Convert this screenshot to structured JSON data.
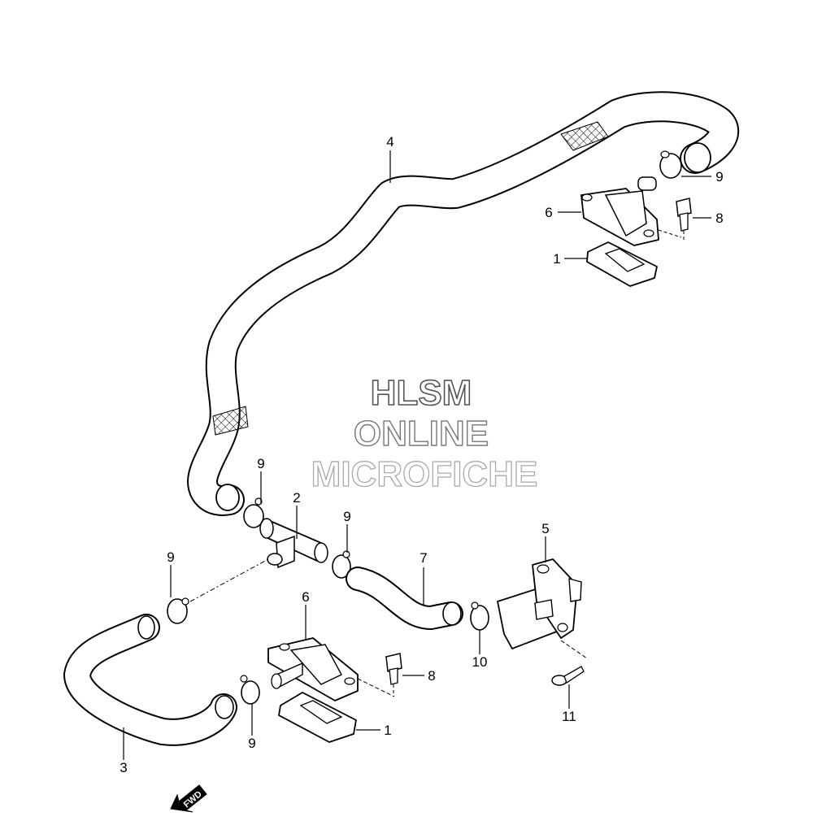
{
  "watermark": {
    "line1": "HLSM",
    "line2": "ONLINE",
    "line3": "MICROFICHE"
  },
  "fwd_label": "FWD",
  "callouts": {
    "c4": "4",
    "c9_top": "9",
    "c6_top": "6",
    "c8_top": "8",
    "c1_top": "1",
    "c9_mid": "9",
    "c2": "2",
    "c9_right": "9",
    "c9_left": "9",
    "c7": "7",
    "c5": "5",
    "c6_bottom": "6",
    "c8_bottom": "8",
    "c10": "10",
    "c1_bottom": "1",
    "c9_bottom": "9",
    "c3": "3",
    "c11": "11"
  },
  "colors": {
    "line": "#000000",
    "part_fill": "#ffffff"
  }
}
